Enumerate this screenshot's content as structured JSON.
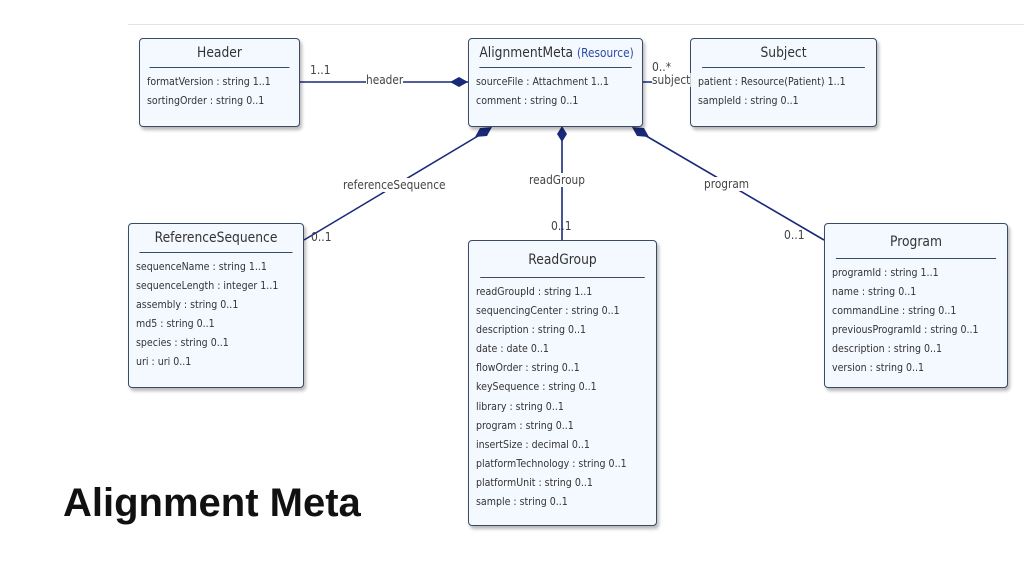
{
  "title": "Alignment Meta",
  "classes": {
    "header": {
      "name": "Header",
      "attributes": [
        "formatVersion : string 1..1",
        "sortingOrder : string 0..1"
      ]
    },
    "alignment_meta": {
      "name": "AlignmentMeta",
      "stereotype": "(Resource)",
      "attributes": [
        "sourceFile : Attachment 1..1",
        "comment : string 0..1"
      ]
    },
    "subject": {
      "name": "Subject",
      "attributes": [
        "patient : Resource(Patient) 1..1",
        "sampleId : string 0..1"
      ]
    },
    "reference_sequence": {
      "name": "ReferenceSequence",
      "attributes": [
        "sequenceName : string 1..1",
        "sequenceLength : integer 1..1",
        "assembly : string 0..1",
        "md5 : string 0..1",
        "species : string 0..1",
        "uri : uri 0..1"
      ]
    },
    "read_group": {
      "name": "ReadGroup",
      "attributes": [
        "readGroupId : string 1..1",
        "sequencingCenter : string 0..1",
        "description : string 0..1",
        "date : date 0..1",
        "flowOrder : string 0..1",
        "keySequence : string 0..1",
        "library : string 0..1",
        "program : string 0..1",
        "insertSize : decimal 0..1",
        "platformTechnology : string 0..1",
        "platformUnit : string 0..1",
        "sample : string 0..1"
      ]
    },
    "program": {
      "name": "Program",
      "attributes": [
        "programId : string 1..1",
        "name : string 0..1",
        "commandLine : string 0..1",
        "previousProgramId : string 0..1",
        "description : string 0..1",
        "version : string 0..1"
      ]
    }
  },
  "associations": {
    "header": {
      "role": "header",
      "multiplicity": "1..1"
    },
    "subject": {
      "role": "subject",
      "multiplicity": "0..*"
    },
    "reference_sequence": {
      "role": "referenceSequence",
      "multiplicity": "0..1"
    },
    "read_group": {
      "role": "readGroup",
      "multiplicity": "0..1"
    },
    "program": {
      "role": "program",
      "multiplicity": "0..1"
    }
  },
  "colors": {
    "line": "#1a2a7a",
    "box_fill": "#f4f8ff",
    "box_border": "#3b4a66",
    "stereotype": "#2a4aa6"
  }
}
